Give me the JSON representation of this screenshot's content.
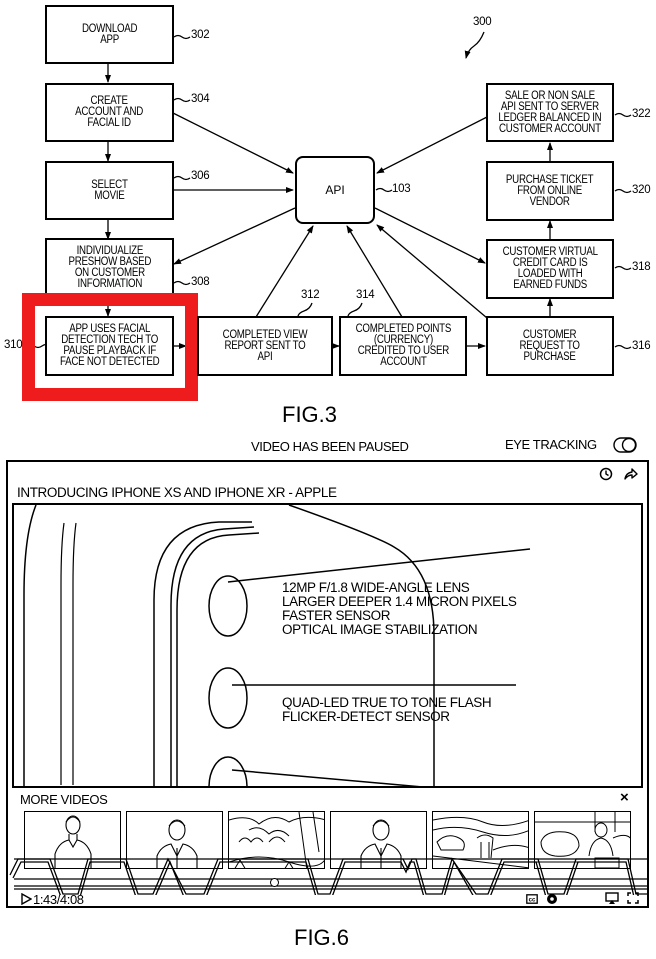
{
  "fig3": {
    "label": "FIG.3",
    "diagram_ref": "300",
    "api": {
      "label": "API",
      "ref": "103"
    },
    "boxes": [
      {
        "id": "302",
        "text": [
          "DOWNLOAD",
          "APP"
        ]
      },
      {
        "id": "304",
        "text": [
          "CREATE",
          "ACCOUNT AND",
          "FACIAL ID"
        ]
      },
      {
        "id": "306",
        "text": [
          "SELECT",
          "MOVIE"
        ]
      },
      {
        "id": "308",
        "text": [
          "INDIVIDUALIZE",
          "PRESHOW BASED",
          "ON CUSTOMER",
          "INFORMATION"
        ]
      },
      {
        "id": "310",
        "text": [
          "APP USES FACIAL",
          "DETECTION TECH TO",
          "PAUSE PLAYBACK IF",
          "FACE NOT DETECTED"
        ],
        "highlighted": true
      },
      {
        "id": "312",
        "text": [
          "COMPLETED VIEW",
          "REPORT SENT TO",
          "API"
        ]
      },
      {
        "id": "314",
        "text": [
          "COMPLETED POINTS",
          "(CURRENCY)",
          "CREDITED TO USER",
          "ACCOUNT"
        ]
      },
      {
        "id": "316",
        "text": [
          "CUSTOMER",
          "REQUEST TO",
          "PURCHASE"
        ]
      },
      {
        "id": "318",
        "text": [
          "CUSTOMER VIRTUAL",
          "CREDIT CARD IS",
          "LOADED WITH",
          "EARNED FUNDS"
        ]
      },
      {
        "id": "320",
        "text": [
          "PURCHASE TICKET",
          "FROM ONLINE",
          "VENDOR"
        ]
      },
      {
        "id": "322",
        "text": [
          "SALE OR NON SALE",
          "API SENT TO SERVER",
          "LEDGER BALANCED IN",
          "CUSTOMER ACCOUNT"
        ]
      }
    ],
    "highlight_color": "#ee1c1c"
  },
  "fig6": {
    "label": "FIG.6",
    "status_text": "VIDEO HAS BEEN PAUSED",
    "eye_tracking_label": "EYE TRACKING",
    "eye_tracking_on": true,
    "video_title": "INTRODUCING IPHONE XS AND IPHONE XR - APPLE",
    "features_group1": [
      "12MP F/1.8 WIDE-ANGLE LENS",
      "LARGER DEEPER 1.4 MICRON PIXELS",
      "FASTER SENSOR",
      "OPTICAL IMAGE STABILIZATION"
    ],
    "features_group2": [
      "QUAD-LED TRUE TO TONE FLASH",
      "FLICKER-DETECT SENSOR"
    ],
    "more_videos_label": "MORE VIDEOS",
    "close_label": "×",
    "thumbnails": [
      {
        "subject": "woman portrait"
      },
      {
        "subject": "man in suit"
      },
      {
        "subject": "forest scene"
      },
      {
        "subject": "man in suit"
      },
      {
        "subject": "animals landscape"
      },
      {
        "subject": "person on couch"
      }
    ],
    "time_current": "1:43",
    "time_total": "4:08",
    "time_display": "1:43/4:08",
    "progress_fraction": 0.415,
    "icons": [
      "clock-icon",
      "share-icon",
      "play-icon",
      "closed-captions-icon",
      "settings-icon",
      "cast-icon",
      "fullscreen-icon"
    ]
  }
}
